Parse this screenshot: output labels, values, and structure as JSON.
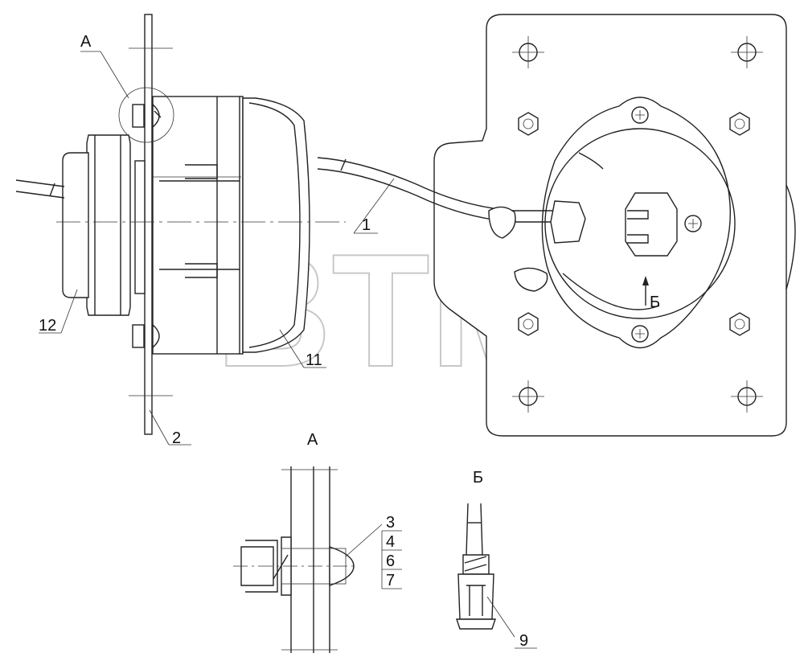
{
  "callouts": {
    "c1": "1",
    "c2": "2",
    "c3": "3",
    "c4": "4",
    "c6": "6",
    "c7": "7",
    "c9": "9",
    "c11": "11",
    "c12": "12"
  },
  "views": {
    "detail_a_marker": "А",
    "detail_a_title": "А",
    "detail_b_title": "Б",
    "arrow_b_label": "Б"
  },
  "watermark": {
    "text": "BTM",
    "registered_mark": "®"
  }
}
